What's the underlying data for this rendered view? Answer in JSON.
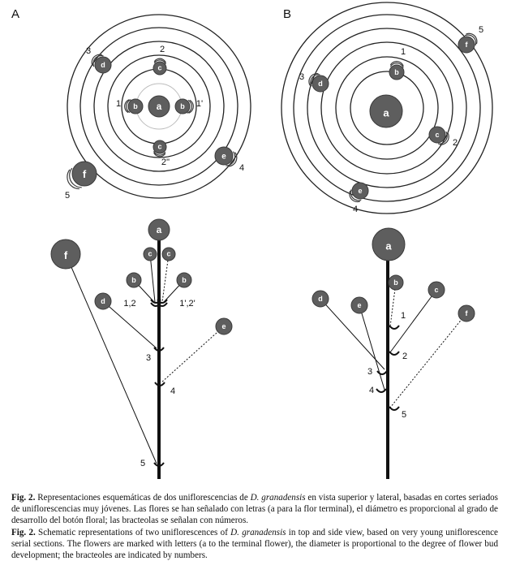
{
  "panels": {
    "a": "A",
    "b": "B"
  },
  "colors": {
    "flower": "#5e5e5e",
    "flower_stroke": "#3a3a3a",
    "ring": "#222222",
    "ring_light": "#bdbdbd",
    "stem": "#111111"
  },
  "diagram_A": {
    "flowers": [
      {
        "id": "a",
        "label": "a"
      },
      {
        "id": "b_left",
        "label": "b"
      },
      {
        "id": "b_right",
        "label": "b"
      },
      {
        "id": "c_top",
        "label": "c"
      },
      {
        "id": "c_bottom",
        "label": "c"
      },
      {
        "id": "d",
        "label": "d"
      },
      {
        "id": "e",
        "label": "e"
      },
      {
        "id": "f",
        "label": "f"
      }
    ],
    "bracteoles": [
      {
        "id": "n1",
        "label": "1"
      },
      {
        "id": "n1p",
        "label": "1'"
      },
      {
        "id": "n2",
        "label": "2"
      },
      {
        "id": "n2pp",
        "label": "2''"
      },
      {
        "id": "n3",
        "label": "3"
      },
      {
        "id": "n4",
        "label": "4"
      },
      {
        "id": "n5",
        "label": "5"
      }
    ]
  },
  "diagram_B": {
    "flowers": [
      {
        "id": "a",
        "label": "a"
      },
      {
        "id": "b",
        "label": "b"
      },
      {
        "id": "c",
        "label": "c"
      },
      {
        "id": "d",
        "label": "d"
      },
      {
        "id": "e",
        "label": "e"
      },
      {
        "id": "f",
        "label": "f"
      }
    ],
    "bracteoles": [
      {
        "id": "n1",
        "label": "1"
      },
      {
        "id": "n2",
        "label": "2"
      },
      {
        "id": "n3",
        "label": "3"
      },
      {
        "id": "n4",
        "label": "4"
      },
      {
        "id": "n5",
        "label": "5"
      }
    ]
  },
  "side_A": {
    "flowers": [
      {
        "id": "a",
        "label": "a"
      },
      {
        "id": "c1",
        "label": "c"
      },
      {
        "id": "c2",
        "label": "c"
      },
      {
        "id": "b1",
        "label": "b"
      },
      {
        "id": "b2",
        "label": "b"
      },
      {
        "id": "d",
        "label": "d"
      },
      {
        "id": "e",
        "label": "e"
      },
      {
        "id": "f",
        "label": "f"
      }
    ],
    "bracteoles": [
      {
        "id": "n12",
        "label": "1,2"
      },
      {
        "id": "n12p",
        "label": "1',2'"
      },
      {
        "id": "n3",
        "label": "3"
      },
      {
        "id": "n4",
        "label": "4"
      },
      {
        "id": "n5",
        "label": "5"
      }
    ]
  },
  "side_B": {
    "flowers": [
      {
        "id": "a",
        "label": "a"
      },
      {
        "id": "b",
        "label": "b"
      },
      {
        "id": "c",
        "label": "c"
      },
      {
        "id": "d",
        "label": "d"
      },
      {
        "id": "e",
        "label": "e"
      },
      {
        "id": "f",
        "label": "f"
      }
    ],
    "bracteoles": [
      {
        "id": "n1",
        "label": "1"
      },
      {
        "id": "n2",
        "label": "2"
      },
      {
        "id": "n3",
        "label": "3"
      },
      {
        "id": "n4",
        "label": "4"
      },
      {
        "id": "n5",
        "label": "5"
      }
    ]
  },
  "caption": {
    "es": {
      "fig": "Fig. 2.",
      "t1": " Representaciones esquemáticas de dos uniflorescencias de ",
      "species": "D. granadensis",
      "t2": " en vista superior y lateral, basadas en cortes seriados de uniflorescencias muy jóvenes. Las flores se han señalado con letras (a para la flor terminal), el diámetro es proporcional al grado de desarrollo del botón floral; las bracteolas se señalan con números."
    },
    "en": {
      "fig": "Fig. 2.",
      "t1": " Schematic representations of two uniflorescences of ",
      "species": "D. granadensis",
      "t2": " in top and side view, based on very young uniflorescence serial sections. The flowers are marked with letters (a to the terminal flower), the diameter is proportional to the degree of flower bud development; the bracteoles are indicated by numbers."
    }
  }
}
